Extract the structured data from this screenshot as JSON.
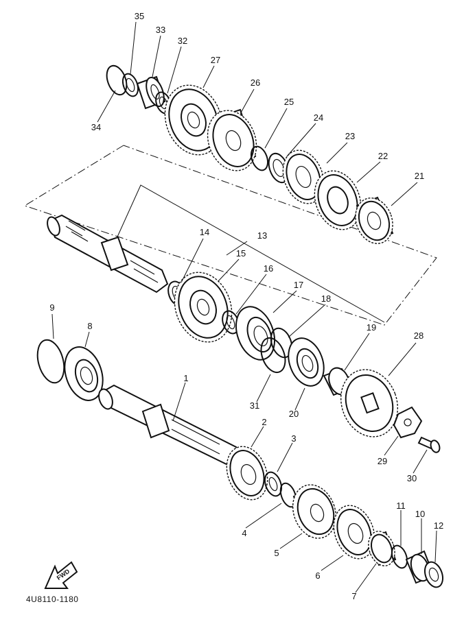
{
  "code": "4U8110-1180",
  "fwd_label": "FWD",
  "part_labels": {
    "p1": "1",
    "p2": "2",
    "p3": "3",
    "p4": "4",
    "p5": "5",
    "p6": "6",
    "p7": "7",
    "p8": "8",
    "p9": "9",
    "p10": "10",
    "p11": "11",
    "p12": "12",
    "p13": "13",
    "p14": "14",
    "p15": "15",
    "p16": "16",
    "p17": "17",
    "p18": "18",
    "p19": "19",
    "p20": "20",
    "p21": "21",
    "p22": "22",
    "p23": "23",
    "p24": "24",
    "p25": "25",
    "p26": "26",
    "p27": "27",
    "p28": "28",
    "p29": "29",
    "p30": "30",
    "p31": "31",
    "p32": "32",
    "p33": "33",
    "p34": "34",
    "p35": "35"
  },
  "colors": {
    "ink": "#111111",
    "paper": "#ffffff"
  }
}
